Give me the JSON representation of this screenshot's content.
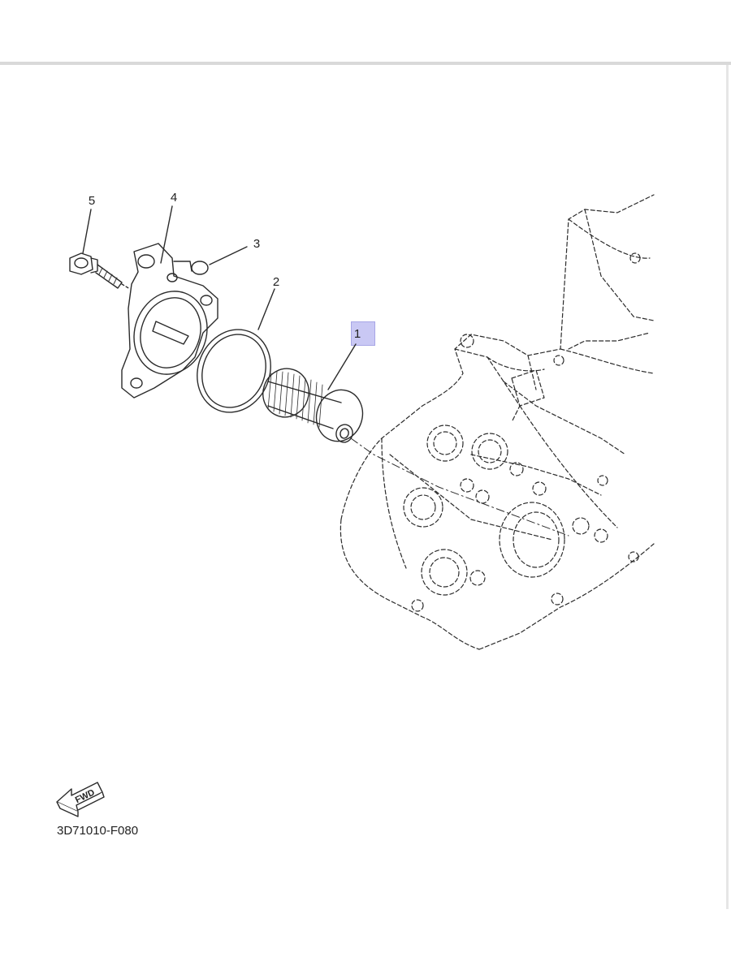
{
  "callouts": [
    {
      "id": "1",
      "label": "1",
      "highlighted": true
    },
    {
      "id": "2",
      "label": "2"
    },
    {
      "id": "3",
      "label": "3"
    },
    {
      "id": "4",
      "label": "4"
    },
    {
      "id": "5",
      "label": "5"
    }
  ],
  "forward_marker": {
    "label": "FWD"
  },
  "figure_code": "3D71010-F080",
  "colors": {
    "line": "#2b2b2b",
    "highlight": "#c9c8f4",
    "background": "#ffffff"
  }
}
